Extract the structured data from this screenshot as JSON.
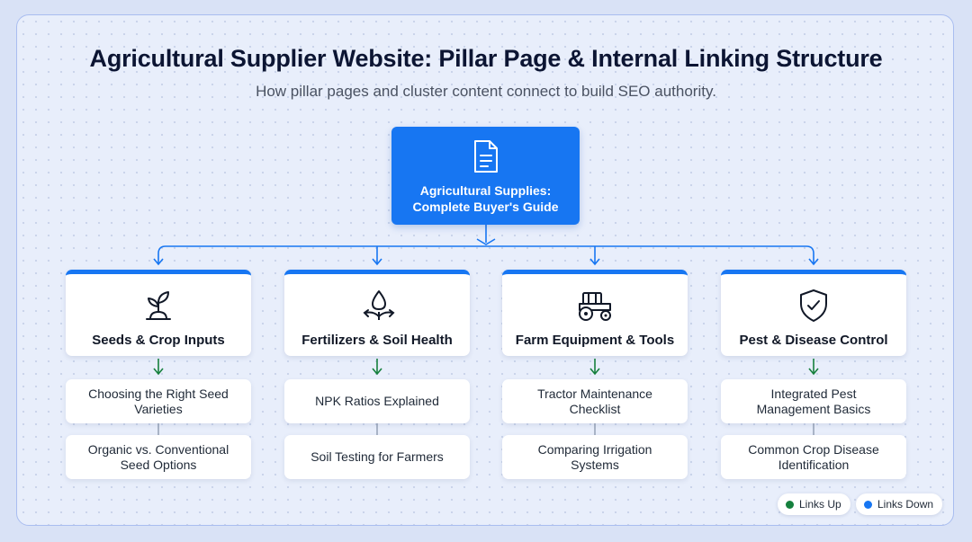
{
  "title": "Agricultural Supplier Website: Pillar Page & Internal Linking Structure",
  "subtitle": "How pillar pages and cluster content connect to build SEO authority.",
  "pillar": {
    "icon": "document-icon",
    "line1": "Agricultural Supplies:",
    "line2": "Complete Buyer's Guide"
  },
  "categories": [
    {
      "label": "Seeds & Crop Inputs",
      "icon": "sprout-icon",
      "subtopics": [
        "Choosing the Right Seed Varieties",
        "Organic vs. Conventional Seed Options"
      ]
    },
    {
      "label": "Fertilizers & Soil Health",
      "icon": "water-drop-icon",
      "subtopics": [
        "NPK Ratios Explained",
        "Soil Testing for Farmers"
      ]
    },
    {
      "label": "Farm Equipment & Tools",
      "icon": "tractor-icon",
      "subtopics": [
        "Tractor Maintenance Checklist",
        "Comparing Irrigation Systems"
      ]
    },
    {
      "label": "Pest & Disease Control",
      "icon": "shield-check-icon",
      "subtopics": [
        "Integrated Pest Management Basics",
        "Common Crop Disease Identification"
      ]
    }
  ],
  "legend": {
    "links_up": {
      "label": "Links Up",
      "color": "#15803d"
    },
    "links_down": {
      "label": "Links Down",
      "color": "#1776f2"
    }
  },
  "colors": {
    "accent_blue": "#1776f2",
    "link_up_green": "#15803d",
    "connector_gray": "#9aa6ba"
  }
}
